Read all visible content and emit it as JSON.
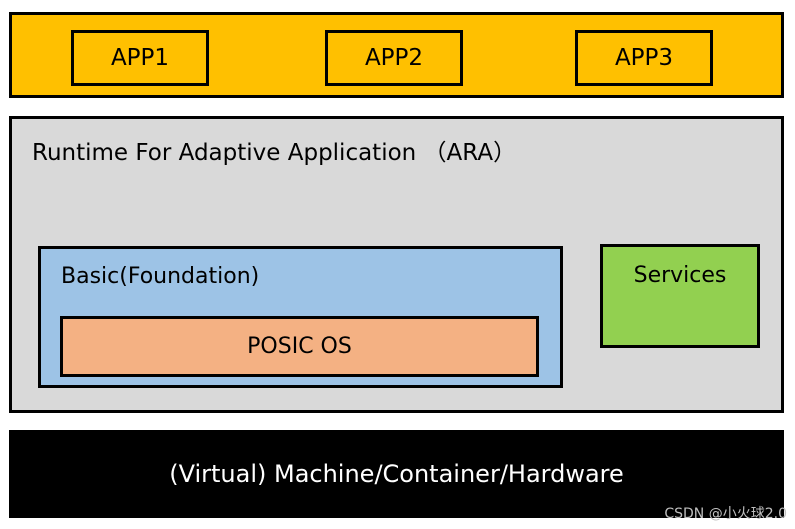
{
  "apps": {
    "items": [
      {
        "label": "APP1"
      },
      {
        "label": "APP2"
      },
      {
        "label": "APP3"
      }
    ]
  },
  "ara": {
    "title": "Runtime For Adaptive Application （ARA）",
    "basic": {
      "title": "Basic(Foundation)",
      "os": "POSIC OS"
    },
    "services": {
      "title": "Services"
    }
  },
  "hardware": {
    "title": "(Virtual) Machine/Container/Hardware"
  },
  "watermark": "CSDN @小火球2.0",
  "colors": {
    "apps_layer": "#ffc000",
    "ara_layer": "#d9d9d9",
    "basic": "#9dc3e6",
    "os": "#f4b183",
    "services": "#92d050",
    "hardware": "#000000"
  }
}
